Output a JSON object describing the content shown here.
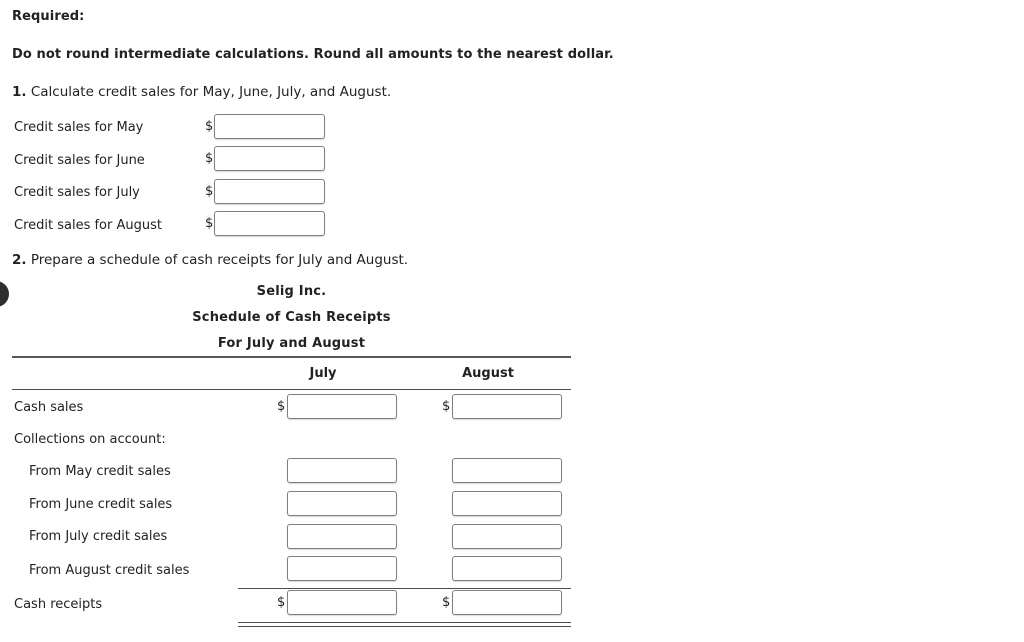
{
  "page": {
    "required_heading": "Required:",
    "instruction": "Do not round intermediate calculations. Round all amounts to the nearest dollar."
  },
  "question1": {
    "number": "1.",
    "text": "Calculate credit sales for May, June, July, and August.",
    "currency_symbol": "$",
    "rows": [
      {
        "label": "Credit sales for May",
        "value": "",
        "placeholder": ""
      },
      {
        "label": "Credit sales for June",
        "value": "",
        "placeholder": ""
      },
      {
        "label": "Credit sales for July",
        "value": "",
        "placeholder": ""
      },
      {
        "label": "Credit sales for August",
        "value": "",
        "placeholder": ""
      }
    ]
  },
  "question2": {
    "number": "2.",
    "text": "Prepare a schedule of cash receipts for July and August.",
    "schedule": {
      "company": "Selig Inc.",
      "title": "Schedule of Cash Receipts",
      "period": "For July and August",
      "currency_symbol": "$",
      "columns": [
        "July",
        "August"
      ],
      "rows": [
        {
          "label": "Cash sales",
          "indent": false,
          "dollar": true,
          "inputs": true,
          "value_july": "",
          "value_august": ""
        },
        {
          "label": "Collections on account:",
          "indent": false,
          "dollar": false,
          "inputs": false,
          "value_july": "",
          "value_august": ""
        },
        {
          "label": "From May credit sales",
          "indent": true,
          "dollar": false,
          "inputs": true,
          "value_july": "",
          "value_august": ""
        },
        {
          "label": "From June credit sales",
          "indent": true,
          "dollar": false,
          "inputs": true,
          "value_july": "",
          "value_august": ""
        },
        {
          "label": "From July credit sales",
          "indent": true,
          "dollar": false,
          "inputs": true,
          "value_july": "",
          "value_august": ""
        },
        {
          "label": "From August credit sales",
          "indent": true,
          "dollar": false,
          "inputs": true,
          "value_july": "",
          "value_august": ""
        },
        {
          "label": "Cash receipts",
          "indent": false,
          "dollar": true,
          "inputs": true,
          "value_july": "",
          "value_august": ""
        }
      ]
    }
  },
  "colors": {
    "text": "#222222",
    "rule": "#595959",
    "field_border": "#7f7f7f",
    "background": "#ffffff"
  }
}
